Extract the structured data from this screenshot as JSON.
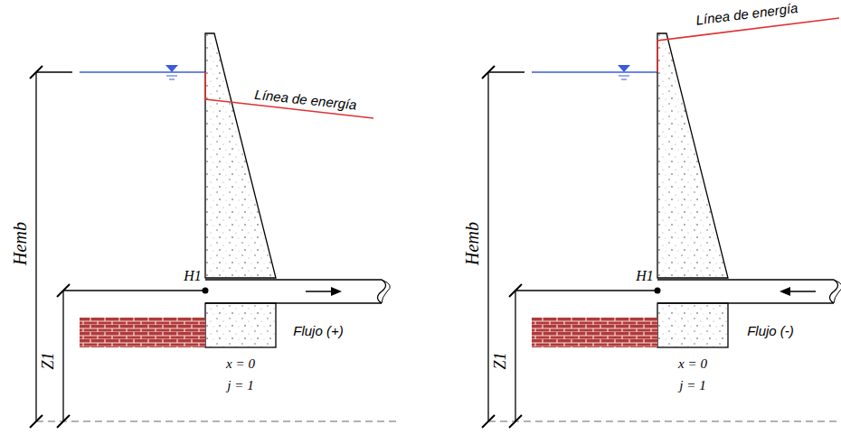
{
  "diagram": {
    "labels": [
      "Hemb",
      "Línea de energía",
      "H1",
      "Flujo (+)",
      "Z1",
      "x = 0",
      "j = 1",
      "Hemb",
      "Línea de energía",
      "H1",
      "Flujo (-)",
      "Z1",
      "x = 0",
      "j = 1"
    ]
  }
}
